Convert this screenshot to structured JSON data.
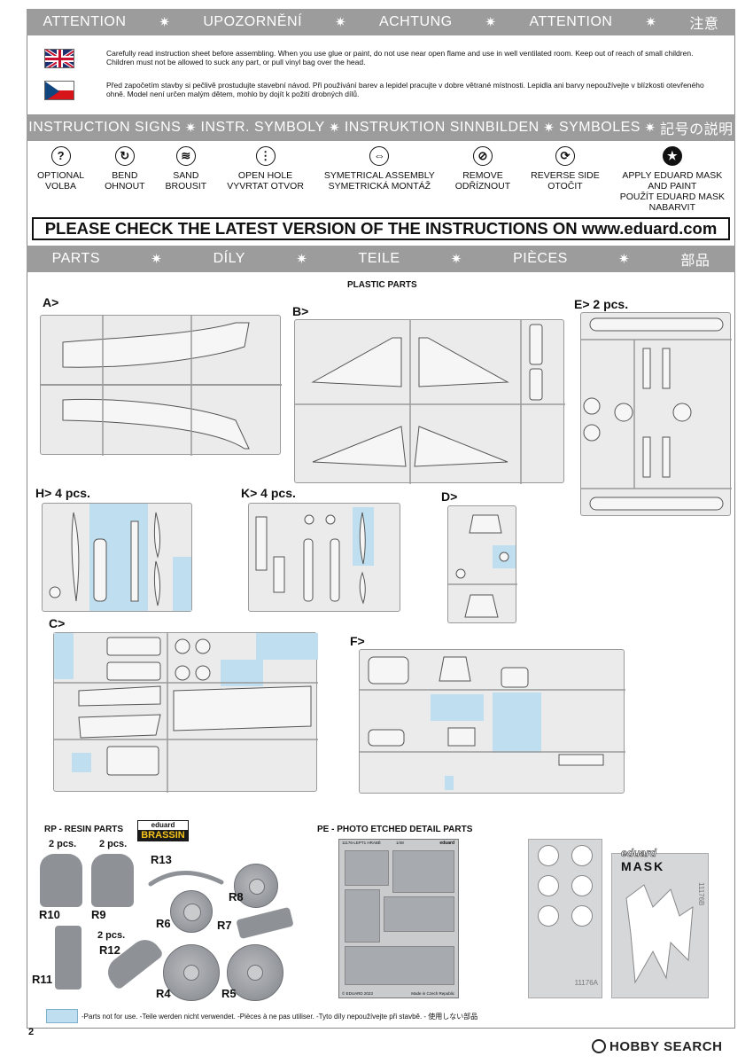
{
  "attention_band": [
    "ATTENTION",
    "UPOZORNĚNÍ",
    "ACHTUNG",
    "ATTENTION",
    "注意"
  ],
  "warnings": {
    "en": "Carefully read instruction sheet before assembling. When you use glue or paint, do not use near open flame and use in well ventilated room. Keep out of reach of small children. Children must not be allowed to suck any part, or pull vinyl bag over the head.",
    "cz": "Před započetím stavby si pečlivě prostudujte stavební návod. Při používání barev a lepidel pracujte v dobre větrané místnosti. Lepidla ani barvy nepoužívejte v blízkosti otevřeného ohně. Model není určen malým dětem, mohlo by dojít k požití drobných dílů."
  },
  "signs_band": [
    "INSTRUCTION SIGNS",
    "INSTR. SYMBOLY",
    "INSTRUKTION SINNBILDEN",
    "SYMBOLES",
    "記号の説明"
  ],
  "signs": [
    {
      "l1": "OPTIONAL",
      "l2": "VOLBA",
      "l3": "",
      "l4": "",
      "icon": "?"
    },
    {
      "l1": "BEND",
      "l2": "OHNOUT",
      "l3": "",
      "l4": "",
      "icon": "↻"
    },
    {
      "l1": "SAND",
      "l2": "BROUSIT",
      "l3": "",
      "l4": "",
      "icon": "≋"
    },
    {
      "l1": "OPEN HOLE",
      "l2": "VYVRTAT OTVOR",
      "l3": "",
      "l4": "",
      "icon": "⋮"
    },
    {
      "l1": "SYMETRICAL ASSEMBLY",
      "l2": "SYMETRICKÁ MONTÁŽ",
      "l3": "",
      "l4": "",
      "icon": "⇔"
    },
    {
      "l1": "REMOVE",
      "l2": "ODŘÍZNOUT",
      "l3": "",
      "l4": "",
      "icon": "⊘"
    },
    {
      "l1": "REVERSE SIDE",
      "l2": "OTOČIT",
      "l3": "",
      "l4": "",
      "icon": "⟳"
    },
    {
      "l1": "APPLY EDUARD MASK",
      "l2": "AND PAINT",
      "l3": "POUŽÍT EDUARD MASK",
      "l4": "NABARVIT",
      "icon": "★"
    }
  ],
  "check_banner": "PLEASE CHECK THE LATEST VERSION OF THE INSTRUCTIONS ON www.eduard.com",
  "parts_band": [
    "PARTS",
    "DÍLY",
    "TEILE",
    "PIÈCES",
    "部品"
  ],
  "plastic_title": "PLASTIC PARTS",
  "sprue_labels": {
    "A": "A>",
    "B": "B>",
    "E": "E> 2 pcs.",
    "H": "H> 4 pcs.",
    "K": "K> 4 pcs.",
    "D": "D>",
    "C": "C>",
    "F": "F>"
  },
  "resin_title": "RP - RESIN PARTS",
  "brassin": {
    "top": "eduard",
    "bottom": "BRASSIN"
  },
  "pe_title": "PE - PHOTO ETCHED DETAIL PARTS",
  "pe_sheet": {
    "code": "11176-LEPT1 HRABĚ",
    "scale": "1/48",
    "brand": "eduard",
    "copyright": "© EDUARD 2023",
    "made": "Made in Czech Republic"
  },
  "mask_sheet": {
    "brand": "eduard",
    "name": "MASK",
    "code": "11176A",
    "code_side": "11176B"
  },
  "resin_labels": {
    "R10": "R10",
    "R9": "R9",
    "R11": "R11",
    "R12": "R12",
    "R13": "R13",
    "R8": "R8",
    "R6": "R6",
    "R7": "R7",
    "R4": "R4",
    "R5": "R5",
    "two_pcs": "2 pcs."
  },
  "legend": "-Parts not for use. -Teile werden nicht verwendet. -Pièces à ne pas utiliser. -Tyto díly nepoužívejte při stavbě. -  使用しない部品",
  "page_number": "2",
  "watermark": "HOBBY SEARCH",
  "colors": {
    "band": "#9c9c9c",
    "unused_parts": "#bfdff0",
    "sprue": "#ebebeb",
    "resin": "#8e9196"
  }
}
